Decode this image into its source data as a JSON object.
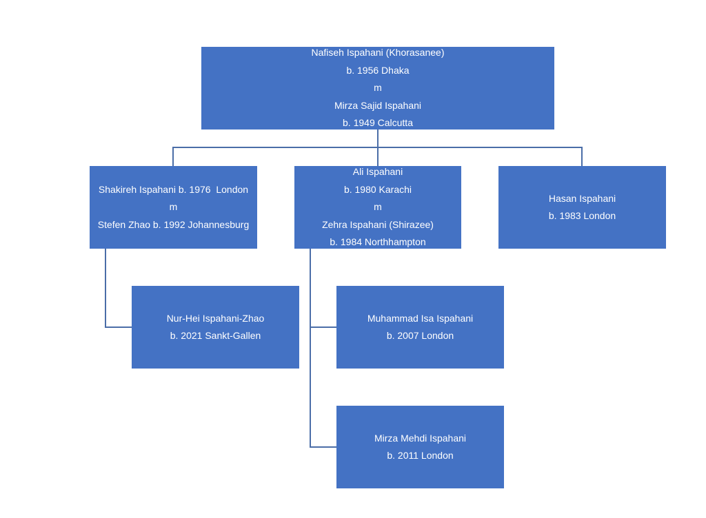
{
  "colors": {
    "box_fill": "#4472c4",
    "connector": "#4a6da7",
    "text": "#ffffff"
  },
  "nodes": {
    "root": {
      "lines": [
        "Nafiseh Ispahani (Khorasanee)",
        "b. 1956 Dhaka",
        "m",
        "Mirza Sajid Ispahani",
        "b. 1949 Calcutta"
      ]
    },
    "shakireh": {
      "lines": [
        "Shakireh Ispahani b. 1976  London",
        "m",
        "Stefen Zhao b. 1992 Johannesburg"
      ]
    },
    "ali": {
      "lines": [
        "Ali Ispahani",
        "b. 1980 Karachi",
        "m",
        "Zehra Ispahani (Shirazee)",
        "b. 1984 Northhampton"
      ]
    },
    "hasan": {
      "lines": [
        "Hasan Ispahani",
        "b. 1983 London"
      ]
    },
    "nurhei": {
      "lines": [
        "Nur-Hei Ispahani-Zhao",
        "b. 2021 Sankt-Gallen"
      ]
    },
    "muhammad": {
      "lines": [
        "Muhammad Isa Ispahani",
        "b. 2007 London"
      ]
    },
    "mehdi": {
      "lines": [
        "Mirza Mehdi Ispahani",
        "b. 2011 London"
      ]
    }
  }
}
